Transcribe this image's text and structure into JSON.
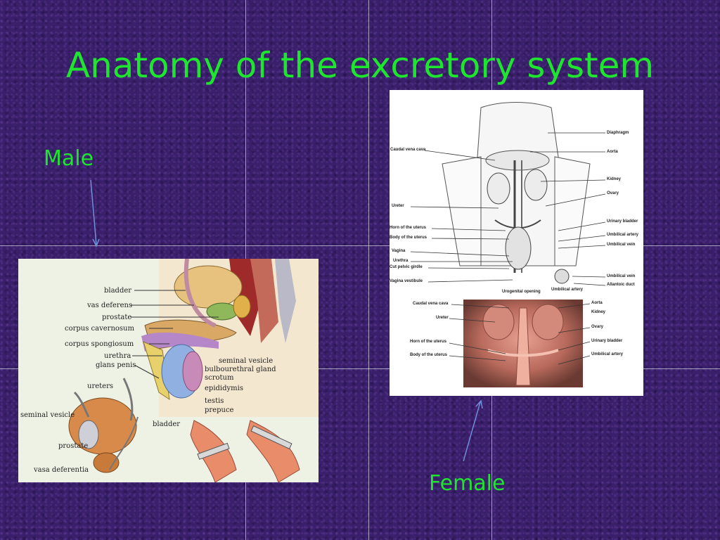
{
  "slide": {
    "title": "Anatomy of the excretory system",
    "male_label": "Male",
    "female_label": "Female"
  },
  "male_diagram": {
    "labels": [
      "bladder",
      "vas deferens",
      "prostate",
      "corpus cavernosum",
      "corpus spongiosum",
      "urethra",
      "glans penis",
      "seminal vesicle",
      "bulbourethral gland",
      "scrotum",
      "epididymis",
      "testis",
      "prepuce",
      "ureters",
      "seminal vesicle",
      "bladder",
      "prostate",
      "vasa deferentia"
    ]
  },
  "female_diagram": {
    "labels": [
      "Diaphragm",
      "Caudal vena cava",
      "Aorta",
      "Kidney",
      "Ovary",
      "Ureter",
      "Urinary bladder",
      "Horn of the uterus",
      "Umbilical artery",
      "Body of the uterus",
      "Umbilical vein",
      "Vagina",
      "Urethra",
      "Cut pelvic girdle",
      "Umbilical vein",
      "Vagina vestibule",
      "Allantoic duct",
      "Urogenital opening",
      "Umbilical artery",
      "Caudal vena cava",
      "Aorta",
      "Kidney",
      "Ureter",
      "Ovary",
      "Horn of the uterus",
      "Urinary bladder",
      "Body of the uterus",
      "Umbilical artery"
    ]
  },
  "colors": {
    "background": "#3a1f6b",
    "text_accent": "#1ee62e",
    "arrow": "#6f8fd8"
  }
}
